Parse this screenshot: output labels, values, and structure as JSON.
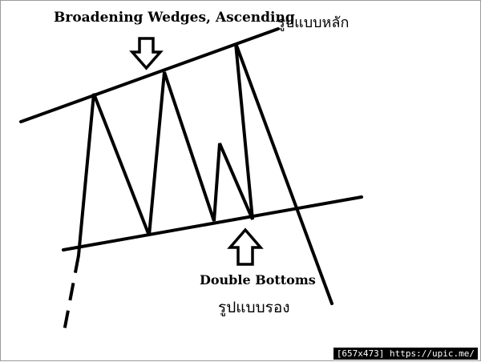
{
  "title": {
    "english": "Broadening Wedges, Ascending",
    "thai": "รูปแบบหลัก"
  },
  "bottom_label": {
    "english": "Double Bottoms",
    "thai": "รูปแบบรอง"
  },
  "watermark": "[657x473] https://upic.me/",
  "colors": {
    "line": "#000000",
    "background": "#ffffff",
    "frame": "#9a9a9a"
  },
  "icons": [
    "down-arrow-icon",
    "up-arrow-icon"
  ]
}
